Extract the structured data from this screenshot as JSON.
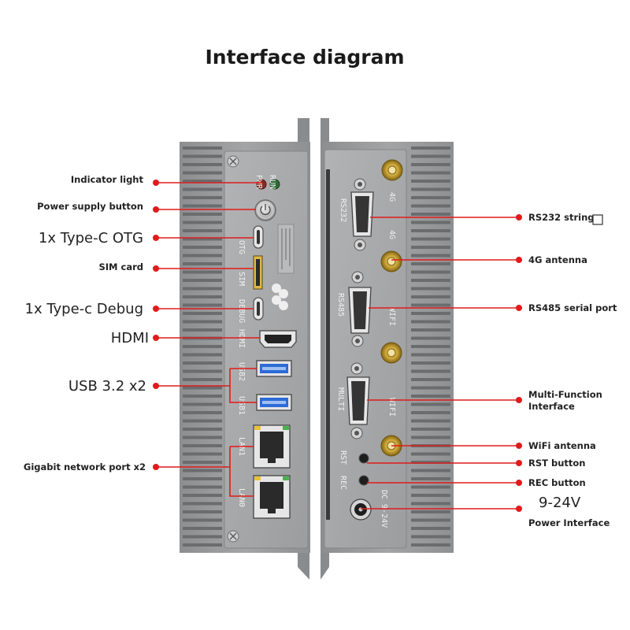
{
  "title": "Interface diagram",
  "colors": {
    "accent": "#e01b1b",
    "chassis": "#9a9b9d",
    "faceplate": "#a7a8aa",
    "fin": "#6e6f71",
    "usb_blue": "#2d6bd6",
    "led_red": "#d33a2e",
    "led_green": "#3fae4b",
    "gold": "#c9a233"
  },
  "front_panel": {
    "port_labels": {
      "pwr": "PWR",
      "run": "RUN",
      "otg": "OTG",
      "sim": "SIM",
      "debug": "DEBUG",
      "hdmi": "HDMI",
      "usb2": "USB2",
      "usb1": "USB1",
      "lan1": "LAN1",
      "lan0": "LAN0"
    },
    "callouts": {
      "indicator": "Indicator light",
      "power_button": "Power supply button",
      "typec_otg": "1x Type-C OTG",
      "sim_card": "SIM card",
      "typec_debug": "1x Type-c Debug",
      "hdmi": "HDMI",
      "usb": "USB 3.2 x2",
      "lan": "Gigabit network port x2"
    }
  },
  "rear_panel": {
    "port_labels": {
      "ant1": "4G",
      "ant2": "4G",
      "ant3": "WIFI",
      "ant4": "WIFI",
      "rs232": "RS232",
      "rs485": "RS485",
      "multi": "MULTI",
      "rst": "RST",
      "rec": "REC",
      "dc": "DC 9-24V"
    },
    "callouts": {
      "rs232": "RS232 string",
      "antenna_4g": "4G antenna",
      "rs485": "RS485 serial port",
      "multi_line1": "Multi-Function",
      "multi_line2": "Interface",
      "wifi_antenna": "WiFi antenna",
      "rst": "RST button",
      "rec": "REC button",
      "power_v": "9-24V",
      "power_iface": "Power Interface"
    }
  }
}
